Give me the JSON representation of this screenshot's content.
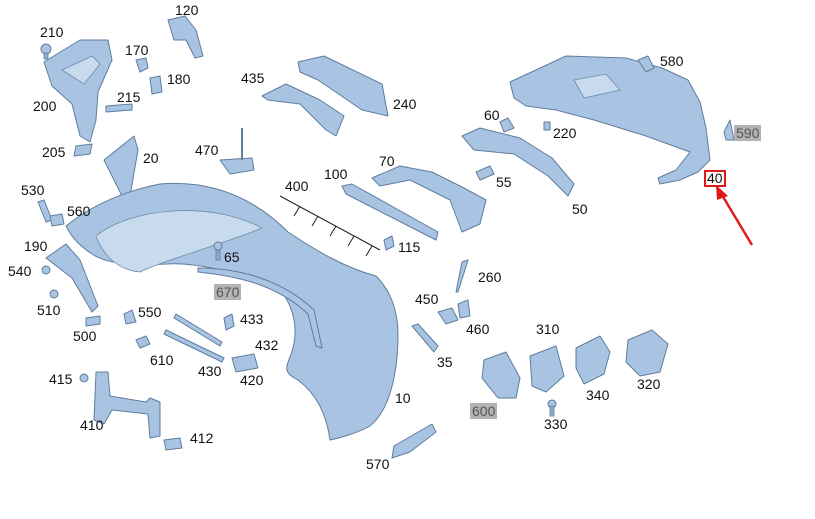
{
  "labels": [
    {
      "id": "210",
      "text": "210"
    },
    {
      "id": "120",
      "text": "120"
    },
    {
      "id": "170",
      "text": "170"
    },
    {
      "id": "180",
      "text": "180"
    },
    {
      "id": "200",
      "text": "200"
    },
    {
      "id": "215",
      "text": "215"
    },
    {
      "id": "205",
      "text": "205"
    },
    {
      "id": "20",
      "text": "20"
    },
    {
      "id": "435",
      "text": "435"
    },
    {
      "id": "240",
      "text": "240"
    },
    {
      "id": "470",
      "text": "470"
    },
    {
      "id": "530",
      "text": "530"
    },
    {
      "id": "560",
      "text": "560"
    },
    {
      "id": "190",
      "text": "190"
    },
    {
      "id": "540",
      "text": "540"
    },
    {
      "id": "510",
      "text": "510"
    },
    {
      "id": "500",
      "text": "500"
    },
    {
      "id": "550",
      "text": "550"
    },
    {
      "id": "610",
      "text": "610"
    },
    {
      "id": "415",
      "text": "415"
    },
    {
      "id": "410",
      "text": "410"
    },
    {
      "id": "412",
      "text": "412"
    },
    {
      "id": "400",
      "text": "400"
    },
    {
      "id": "100",
      "text": "100"
    },
    {
      "id": "70",
      "text": "70"
    },
    {
      "id": "115",
      "text": "115"
    },
    {
      "id": "65",
      "text": "65"
    },
    {
      "id": "670",
      "text": "670"
    },
    {
      "id": "433",
      "text": "433"
    },
    {
      "id": "432",
      "text": "432"
    },
    {
      "id": "430",
      "text": "430"
    },
    {
      "id": "420",
      "text": "420"
    },
    {
      "id": "10",
      "text": "10"
    },
    {
      "id": "570",
      "text": "570"
    },
    {
      "id": "450",
      "text": "450"
    },
    {
      "id": "460",
      "text": "460"
    },
    {
      "id": "260",
      "text": "260"
    },
    {
      "id": "35",
      "text": "35"
    },
    {
      "id": "600",
      "text": "600"
    },
    {
      "id": "310",
      "text": "310"
    },
    {
      "id": "330",
      "text": "330"
    },
    {
      "id": "340",
      "text": "340"
    },
    {
      "id": "320",
      "text": "320"
    },
    {
      "id": "60",
      "text": "60"
    },
    {
      "id": "220",
      "text": "220"
    },
    {
      "id": "55",
      "text": "55"
    },
    {
      "id": "50",
      "text": "50"
    },
    {
      "id": "580",
      "text": "580"
    },
    {
      "id": "590",
      "text": "590"
    },
    {
      "id": "40",
      "text": "40"
    }
  ],
  "highlighted_part": "40",
  "colors": {
    "part_fill": "#a9c4e2",
    "part_stroke": "#5f7d9d",
    "highlight": "#e01818",
    "label_grey": "#b3b3b3"
  }
}
